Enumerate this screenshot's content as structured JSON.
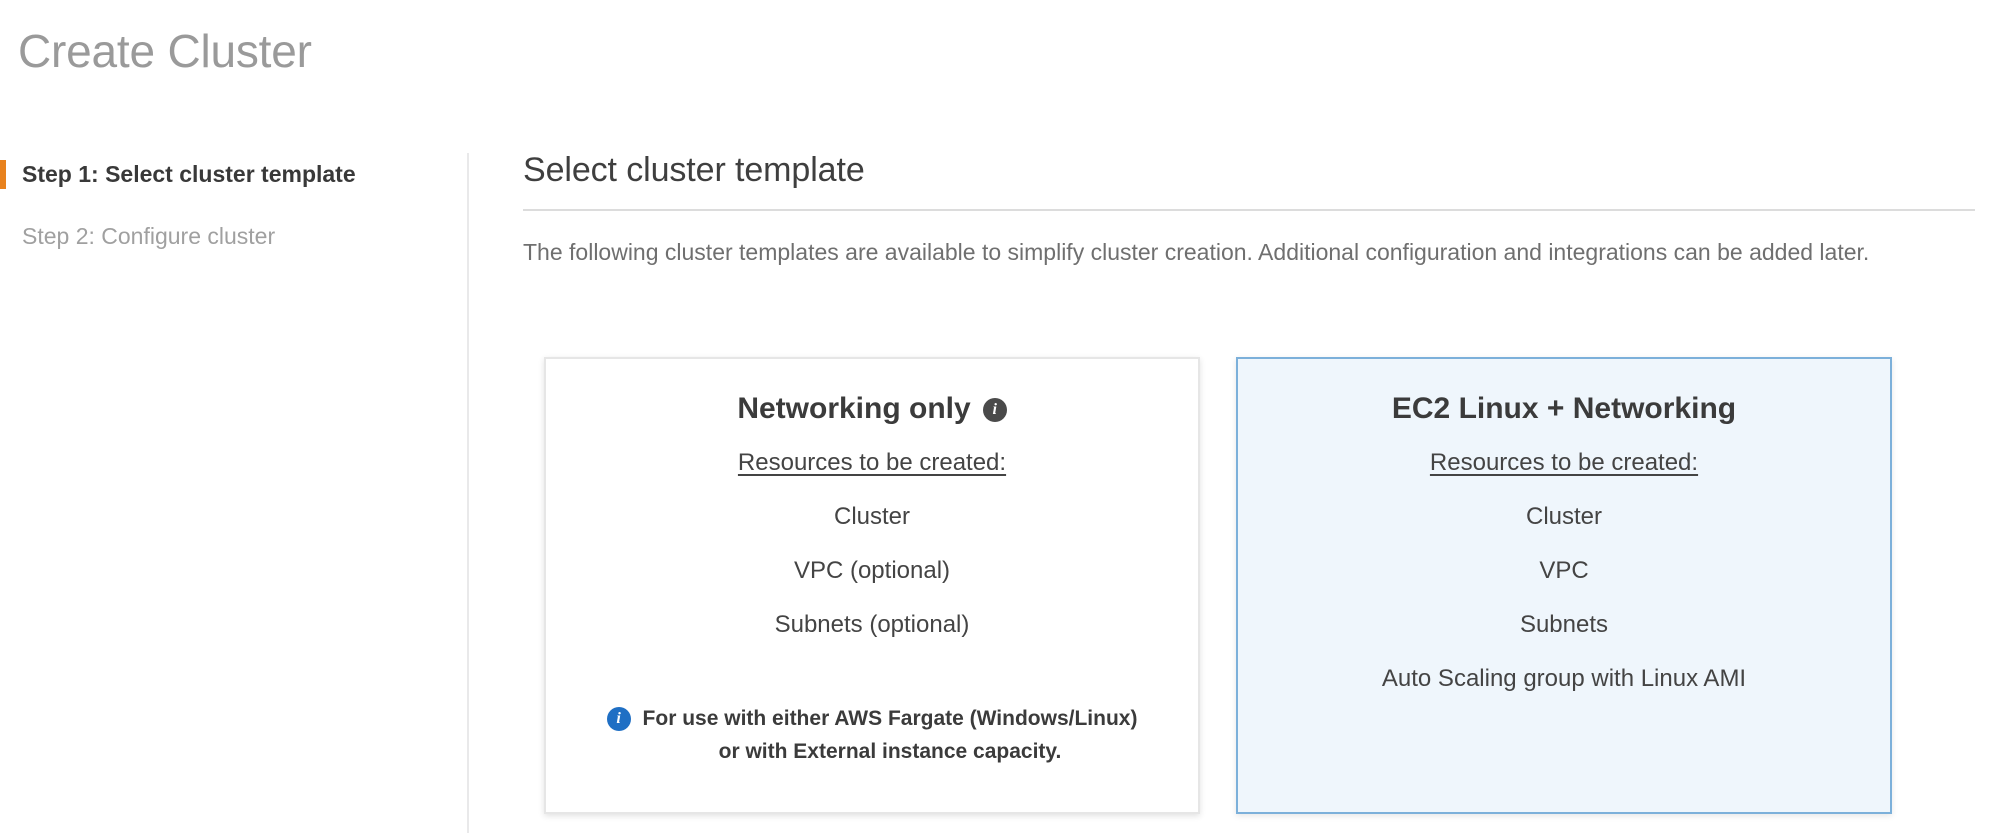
{
  "page": {
    "title": "Create Cluster"
  },
  "sidebar": {
    "steps": [
      {
        "label": "Step 1: Select cluster template",
        "active": true
      },
      {
        "label": "Step 2: Configure cluster",
        "active": false
      }
    ]
  },
  "main": {
    "section_title": "Select cluster template",
    "description": "The following cluster templates are available to simplify cluster creation. Additional configuration and integrations can be added later.",
    "cards": [
      {
        "title": "Networking only",
        "has_title_info_icon": true,
        "title_info_icon": "info-icon",
        "resources_label": "Resources to be created:",
        "resources": [
          "Cluster",
          "VPC (optional)",
          "Subnets (optional)"
        ],
        "note_icon": "info-icon",
        "note_line_1": "For use with either AWS Fargate (Windows/Linux)",
        "note_line_2": "or with External instance capacity.",
        "selected": false
      },
      {
        "title": "EC2 Linux + Networking",
        "has_title_info_icon": false,
        "resources_label": "Resources to be created:",
        "resources": [
          "Cluster",
          "VPC",
          "Subnets",
          "Auto Scaling group with Linux AMI"
        ],
        "selected": true
      }
    ]
  },
  "colors": {
    "accent_orange": "#e8821e",
    "selected_card_bg": "#eff6fc",
    "selected_card_border": "#7cb0da",
    "info_blue": "#1f6fc4",
    "title_gray": "#9a9a9a"
  },
  "icons": {
    "info_glyph": "i"
  }
}
